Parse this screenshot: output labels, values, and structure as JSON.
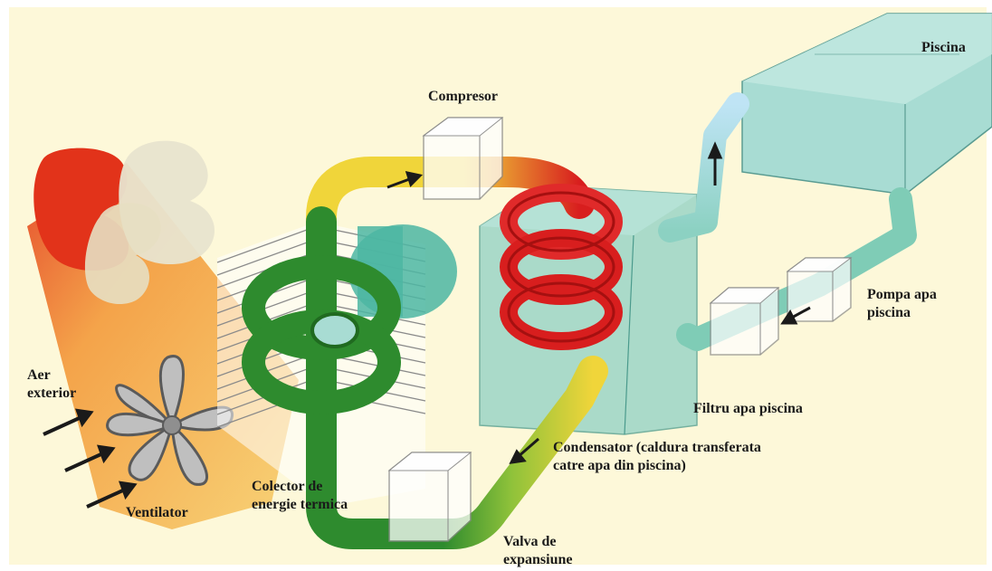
{
  "labels": {
    "compresor": "Compresor",
    "piscina": "Piscina",
    "pompa": "Pompa apa\npiscina",
    "filtru": "Filtru apa piscina",
    "condensator": "Condensator (caldura transferata\ncatre apa din piscina)",
    "valva": "Valva de\nexpansiune",
    "colector": "Colector de\nenergie termica",
    "ventilator": "Ventilator",
    "aer": "Aer\nexterior"
  },
  "icons": [
    "fan-icon",
    "flow-arrow-icon"
  ],
  "colors": {
    "background": "#fdf8d9",
    "hot": "#d81e1e",
    "warm": "#f0d53a",
    "cold": "#2e8b2e",
    "water": "#a8dcd3",
    "air_warm": "#f5b445"
  }
}
